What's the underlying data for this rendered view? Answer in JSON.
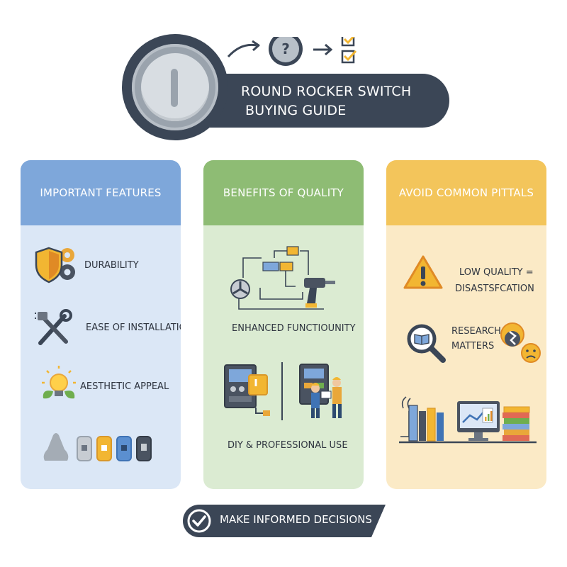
{
  "header": {
    "title_line1": "ROUND ROCKER SWITCH",
    "title_line2": "BUYING GUIDE",
    "question_mark": "?"
  },
  "panels": [
    {
      "heading": "IMPORTANT FEATURES",
      "items": [
        "DURABILITY",
        "EASE OF INSTALLATION",
        "AESTHETIC APPEAL"
      ]
    },
    {
      "heading": "BENEFITS OF QUALITY",
      "items": [
        "ENHANCED FUNCTIOUNITY",
        "DIY & PROFESSIONAL USE"
      ]
    },
    {
      "heading": "AVOID COMMON PITTALS",
      "items": [
        "LOW QUALITY =",
        "DISASTSFCATION",
        "RESEARCH",
        "MATTERS"
      ]
    }
  ],
  "footer": {
    "label": "MAKE INFORMED DECISIONS"
  },
  "colors": {
    "dark": "#3b4656",
    "blue": "#7ea7da",
    "green": "#8ebc74",
    "yellow": "#f3c55b"
  }
}
